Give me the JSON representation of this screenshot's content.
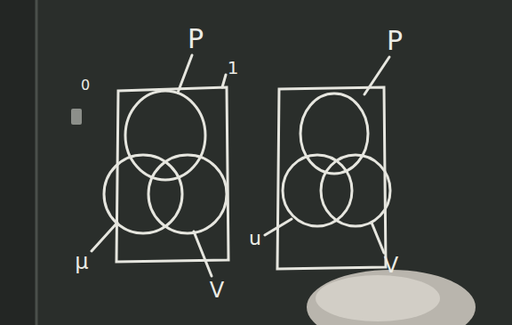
{
  "diagram": {
    "labels": [
      "0",
      "1",
      "P",
      "μ",
      "V",
      "P",
      "u",
      "V"
    ]
  }
}
